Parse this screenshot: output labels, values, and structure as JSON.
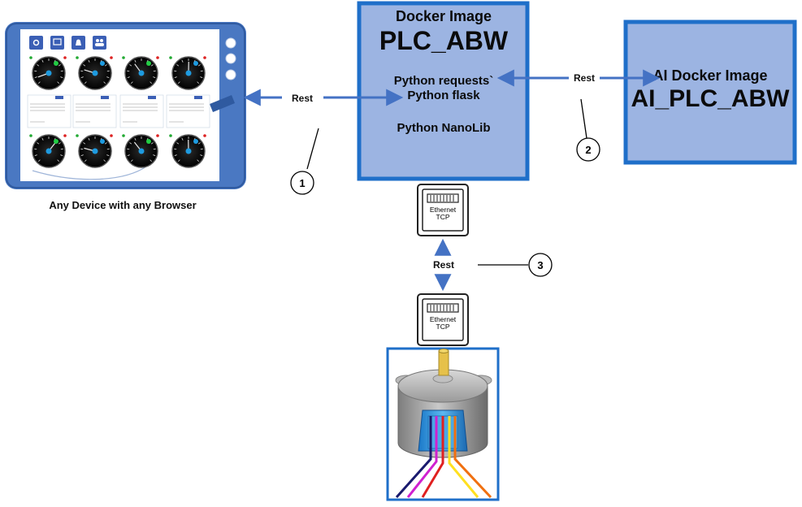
{
  "colors": {
    "box_fill": "#9cb4e2",
    "box_border": "#1f6fc9",
    "arrow": "#4472c4",
    "tablet_frame": "#4a78c2",
    "motor_border": "#1f6fc9",
    "wires": [
      "#1a1a6e",
      "#d020d0",
      "#e02020",
      "#ffe020",
      "#f07010"
    ]
  },
  "plc_box": {
    "header": "Docker Image",
    "name": "PLC_ABW",
    "line1": "Python requests`",
    "line2": "Python flask",
    "line3": "Python NanoLib"
  },
  "ai_box": {
    "header": "AI Docker Image",
    "name": "AI_PLC_ABW"
  },
  "device_caption": "Any Device with any Browser",
  "rest_labels": {
    "left": "Rest",
    "right": "Rest",
    "bottom": "Rest"
  },
  "markers": [
    "1",
    "2",
    "3"
  ],
  "ethernet_ports": [
    {
      "line1": "Ethernet",
      "line2": "TCP"
    },
    {
      "line1": "Ethernet",
      "line2": "TCP"
    }
  ],
  "tablet": {
    "gauges_total": 8,
    "icons": [
      "gear-icon",
      "image-icon",
      "bell-icon",
      "users-icon"
    ]
  }
}
